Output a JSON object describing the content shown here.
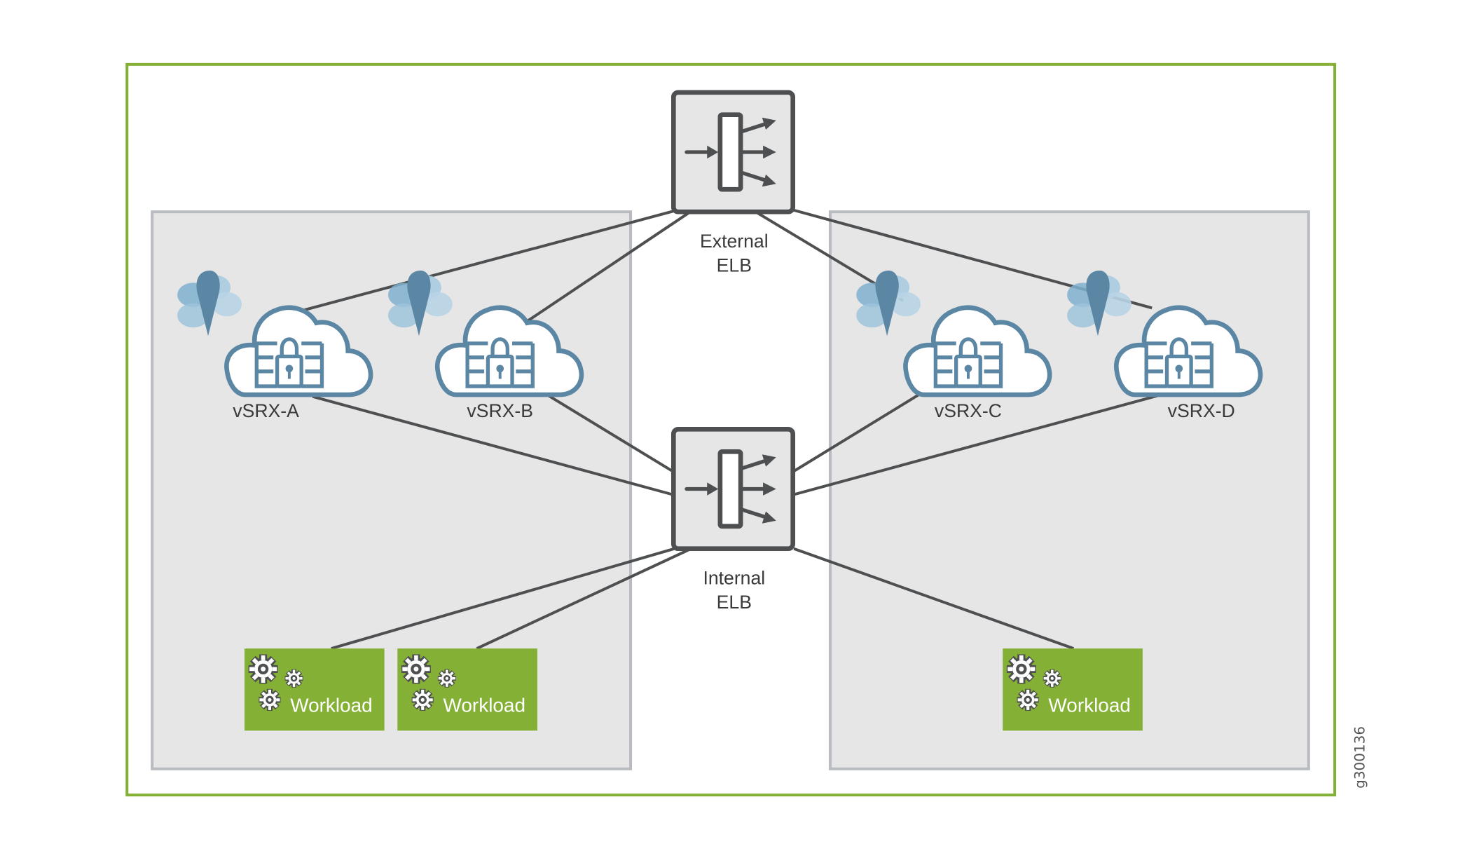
{
  "figure_id": "g300136",
  "colors": {
    "outer_border": "#84b135",
    "zone_fill": "#e6e6e7",
    "zone_border": "#b8bcc0",
    "line": "#4d4f51",
    "cloud_stroke": "#5b87a5",
    "workload": "#84b135"
  },
  "load_balancers": [
    {
      "id": "external",
      "label_line1": "External",
      "label_line2": "ELB"
    },
    {
      "id": "internal",
      "label_line1": "Internal",
      "label_line2": "ELB"
    }
  ],
  "firewalls": [
    {
      "id": "a",
      "label": "vSRX-A",
      "icon": "cloud-firewall-icon"
    },
    {
      "id": "b",
      "label": "vSRX-B",
      "icon": "cloud-firewall-icon"
    },
    {
      "id": "c",
      "label": "vSRX-C",
      "icon": "cloud-firewall-icon"
    },
    {
      "id": "d",
      "label": "vSRX-D",
      "icon": "cloud-firewall-icon"
    }
  ],
  "workloads": [
    {
      "label": "Workload",
      "icon": "gears-icon"
    },
    {
      "label": "Workload",
      "icon": "gears-icon"
    },
    {
      "label": "Workload",
      "icon": "gears-icon"
    }
  ],
  "connections": [
    [
      "External ELB",
      "vSRX-A"
    ],
    [
      "External ELB",
      "vSRX-B"
    ],
    [
      "External ELB",
      "vSRX-C"
    ],
    [
      "External ELB",
      "vSRX-D"
    ],
    [
      "Internal ELB",
      "vSRX-A"
    ],
    [
      "Internal ELB",
      "vSRX-B"
    ],
    [
      "Internal ELB",
      "vSRX-C"
    ],
    [
      "Internal ELB",
      "vSRX-D"
    ],
    [
      "Internal ELB",
      "Workload 1"
    ],
    [
      "Internal ELB",
      "Workload 2"
    ],
    [
      "Internal ELB",
      "Workload 3"
    ]
  ]
}
